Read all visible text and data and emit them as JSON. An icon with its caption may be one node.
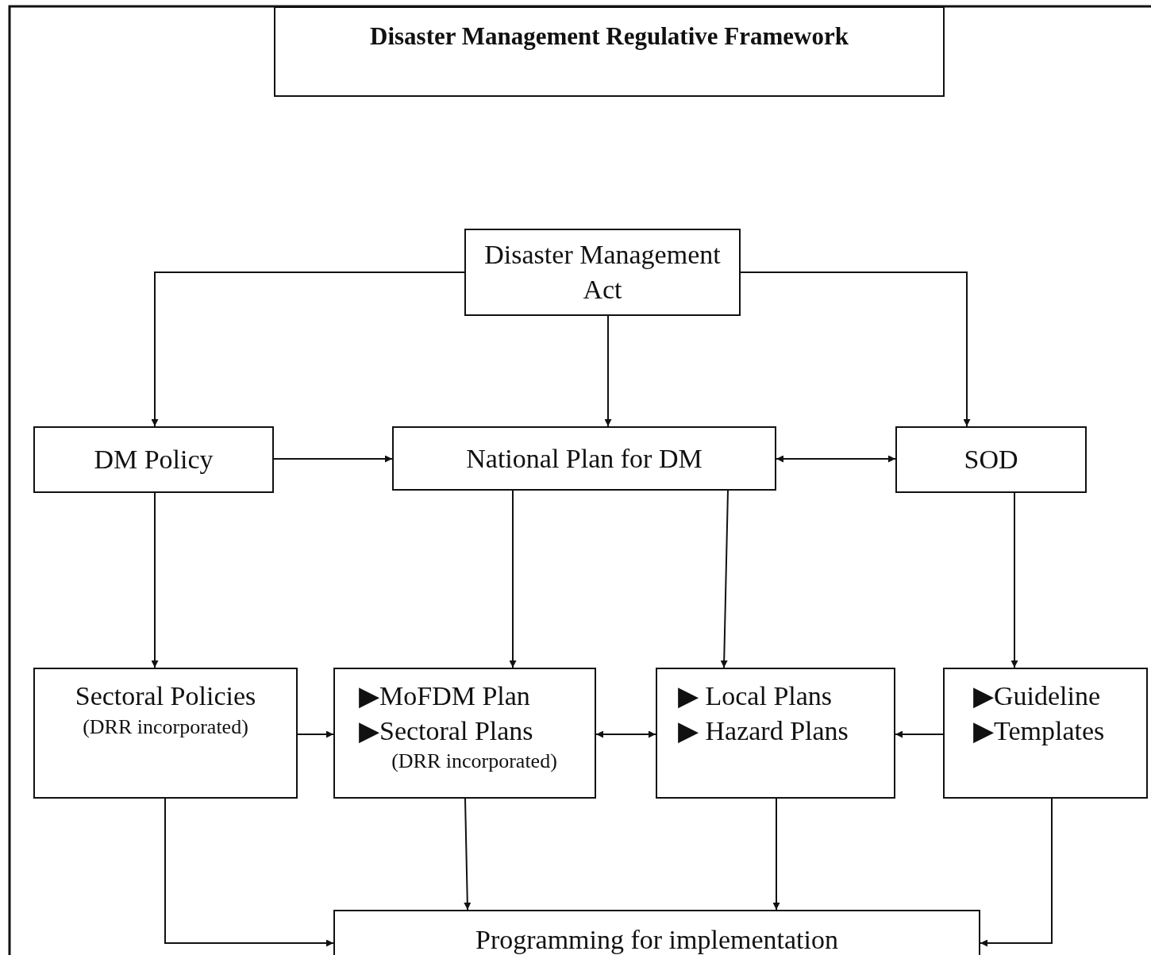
{
  "diagram": {
    "title": "Disaster Management Regulative Framework",
    "nodes": [
      {
        "text": [
          "Disaster Management Act"
        ]
      },
      {
        "text": [
          "DM Policy"
        ]
      },
      {
        "text": [
          "National Plan for DM"
        ]
      },
      {
        "text": [
          "SOD"
        ]
      },
      {
        "text": [
          "Sectoral Policies",
          "(DRR incorporated)"
        ]
      },
      {
        "text": [
          "▶MoFDM Plan",
          "▶Sectoral Plans",
          "(DRR incorporated)"
        ]
      },
      {
        "text": [
          "▶ Local Plans",
          "▶ Hazard Plans"
        ]
      },
      {
        "text": [
          "▶Guideline",
          "▶Templates"
        ]
      },
      {
        "text": [
          "Programming for implementation"
        ]
      }
    ],
    "edges": [
      {
        "from": 0,
        "to": 1,
        "arrow": "to"
      },
      {
        "from": 0,
        "to": 2,
        "arrow": "to"
      },
      {
        "from": 0,
        "to": 3,
        "arrow": "to"
      },
      {
        "from": 1,
        "to": 2,
        "arrow": "to"
      },
      {
        "from": 2,
        "to": 3,
        "arrow": "both"
      },
      {
        "from": 1,
        "to": 4,
        "arrow": "to"
      },
      {
        "from": 2,
        "to": 5,
        "arrow": "to"
      },
      {
        "from": 2,
        "to": 6,
        "arrow": "to"
      },
      {
        "from": 3,
        "to": 7,
        "arrow": "to"
      },
      {
        "from": 4,
        "to": 5,
        "arrow": "to"
      },
      {
        "from": 5,
        "to": 6,
        "arrow": "both"
      },
      {
        "from": 7,
        "to": 6,
        "arrow": "to"
      },
      {
        "from": 4,
        "to": 8,
        "arrow": "to"
      },
      {
        "from": 5,
        "to": 8,
        "arrow": "to"
      },
      {
        "from": 6,
        "to": 8,
        "arrow": "to"
      },
      {
        "from": 7,
        "to": 8,
        "arrow": "to"
      }
    ]
  }
}
